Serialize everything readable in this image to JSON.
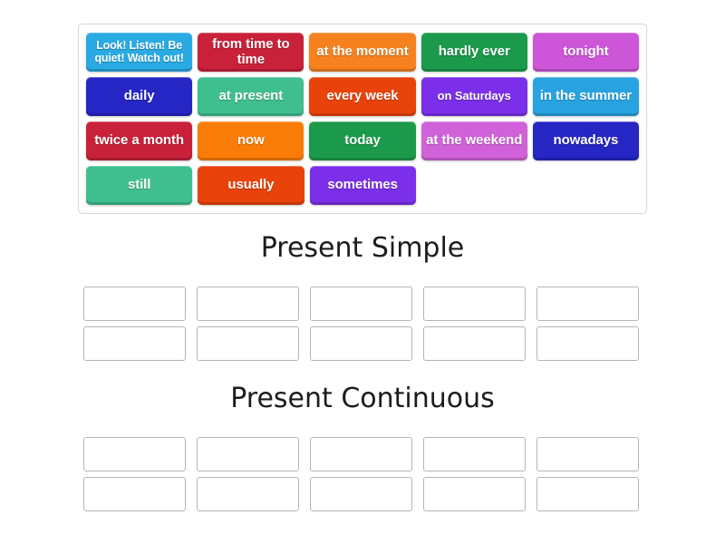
{
  "activity": {
    "type": "group-sort",
    "tile_bank_label": "Word tiles to sort"
  },
  "tiles": [
    {
      "label": "Look! Listen! Be quiet! Watch out!",
      "color": "#29AAE3",
      "size": "small"
    },
    {
      "label": "from time to time",
      "color": "#C9213A",
      "size": "normal"
    },
    {
      "label": "at the moment",
      "color": "#F6821F",
      "size": "normal"
    },
    {
      "label": "hardly ever",
      "color": "#1C9A4B",
      "size": "normal"
    },
    {
      "label": "tonight",
      "color": "#CC55D8",
      "size": "normal"
    },
    {
      "label": "daily",
      "color": "#2626C4",
      "size": "normal"
    },
    {
      "label": "at present",
      "color": "#3FBF8F",
      "size": "normal"
    },
    {
      "label": "every week",
      "color": "#E8430B",
      "size": "normal"
    },
    {
      "label": "on Saturdays",
      "color": "#7B2FE8",
      "size": "tiny"
    },
    {
      "label": "in the summer",
      "color": "#29A3E0",
      "size": "normal"
    },
    {
      "label": "twice a month",
      "color": "#C9213A",
      "size": "normal"
    },
    {
      "label": "now",
      "color": "#F97C09",
      "size": "normal"
    },
    {
      "label": "today",
      "color": "#1C9A4B",
      "size": "normal"
    },
    {
      "label": "at the weekend",
      "color": "#D161D8",
      "size": "normal"
    },
    {
      "label": "nowadays",
      "color": "#2626C4",
      "size": "normal"
    },
    {
      "label": "still",
      "color": "#3FBF8F",
      "size": "normal"
    },
    {
      "label": "usually",
      "color": "#E8430B",
      "size": "normal"
    },
    {
      "label": "sometimes",
      "color": "#7B2FE8",
      "size": "normal"
    }
  ],
  "categories": [
    {
      "title": "Present Simple",
      "slots": [
        [
          "",
          "",
          "",
          "",
          ""
        ],
        [
          "",
          "",
          "",
          "",
          ""
        ]
      ]
    },
    {
      "title": "Present Continuous",
      "slots": [
        [
          "",
          "",
          "",
          "",
          ""
        ],
        [
          "",
          "",
          "",
          "",
          ""
        ]
      ]
    }
  ],
  "colors": {
    "page_background": "#ffffff",
    "bank_border": "#d6d6d6",
    "slot_border": "#b5b5b5",
    "title_text": "#1c1c1c",
    "tile_text": "#ffffff"
  }
}
